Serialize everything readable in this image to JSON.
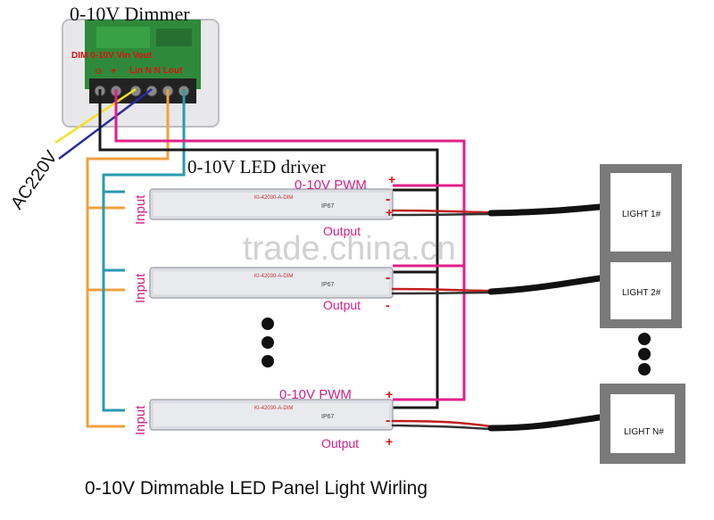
{
  "dimmer": {
    "title": "0-10V Dimmer",
    "terminal_labels_top": "DIM 0-10V Vin Vout",
    "terminal_minus": "⊖",
    "terminal_plus": "+",
    "terminal_labels_bottom": "Lin N N Lout"
  },
  "mains_label": "AC220V",
  "driver_section_title": "0-10V  LED driver",
  "drivers": [
    {
      "input_label": "Input",
      "pwm_label": "0-10V PWM",
      "output_label": "Output",
      "plus": "+",
      "minus": "-",
      "model": "KI-42030-A-DIM",
      "ip": "IP67"
    },
    {
      "input_label": "Input",
      "pwm_label": "",
      "output_label": "Output",
      "plus": "",
      "minus": "-",
      "model": "KI-42030-A-DIM",
      "ip": "IP67"
    },
    {
      "input_label": "Input",
      "pwm_label": "0-10V PWM",
      "output_label": "Output",
      "plus": "+",
      "minus": "-",
      "model": "KI-42030-A-DIM",
      "ip": "IP67"
    }
  ],
  "lights": [
    {
      "label": "LIGHT 1#"
    },
    {
      "label": "LIGHT 2#"
    },
    {
      "label": "LIGHT N#"
    }
  ],
  "watermark": "trade.china.cn",
  "caption": "0-10V Dimmable LED Panel Light Wirling",
  "colors": {
    "pwm_wire": "#e0208a",
    "neutral_wire": "#1a1a1a",
    "live_wire_orange": "#f0a040",
    "live_wire_teal": "#2a9ab0",
    "ac_yellow": "#f2e020",
    "ac_blue": "#2a2aa0",
    "label_magenta": "#d0208a",
    "plus_red": "#e01010"
  }
}
